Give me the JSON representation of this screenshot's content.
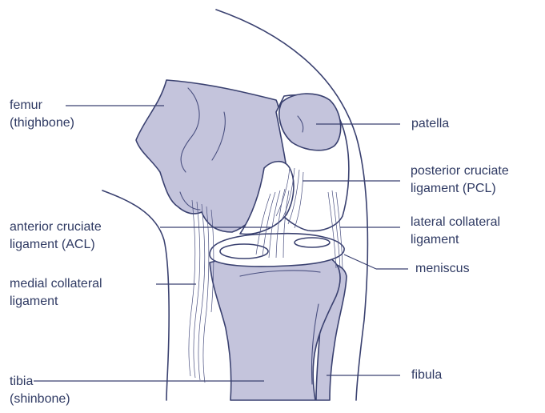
{
  "colors": {
    "bone": "#c4c4dc",
    "outline": "#3a4170",
    "label": "#2f3a63"
  },
  "labels": {
    "femur": [
      "femur",
      "(thighbone)"
    ],
    "patella": [
      "patella"
    ],
    "pcl": [
      "posterior cruciate",
      "ligament (PCL)"
    ],
    "acl": [
      "anterior cruciate",
      "ligament (ACL)"
    ],
    "lcl": [
      "lateral collateral",
      "ligament"
    ],
    "meniscus": [
      "meniscus"
    ],
    "mcl": [
      "medial collateral",
      "ligament"
    ],
    "tibia": [
      "tibia",
      "(shinbone)"
    ],
    "fibula": [
      "fibula"
    ]
  }
}
